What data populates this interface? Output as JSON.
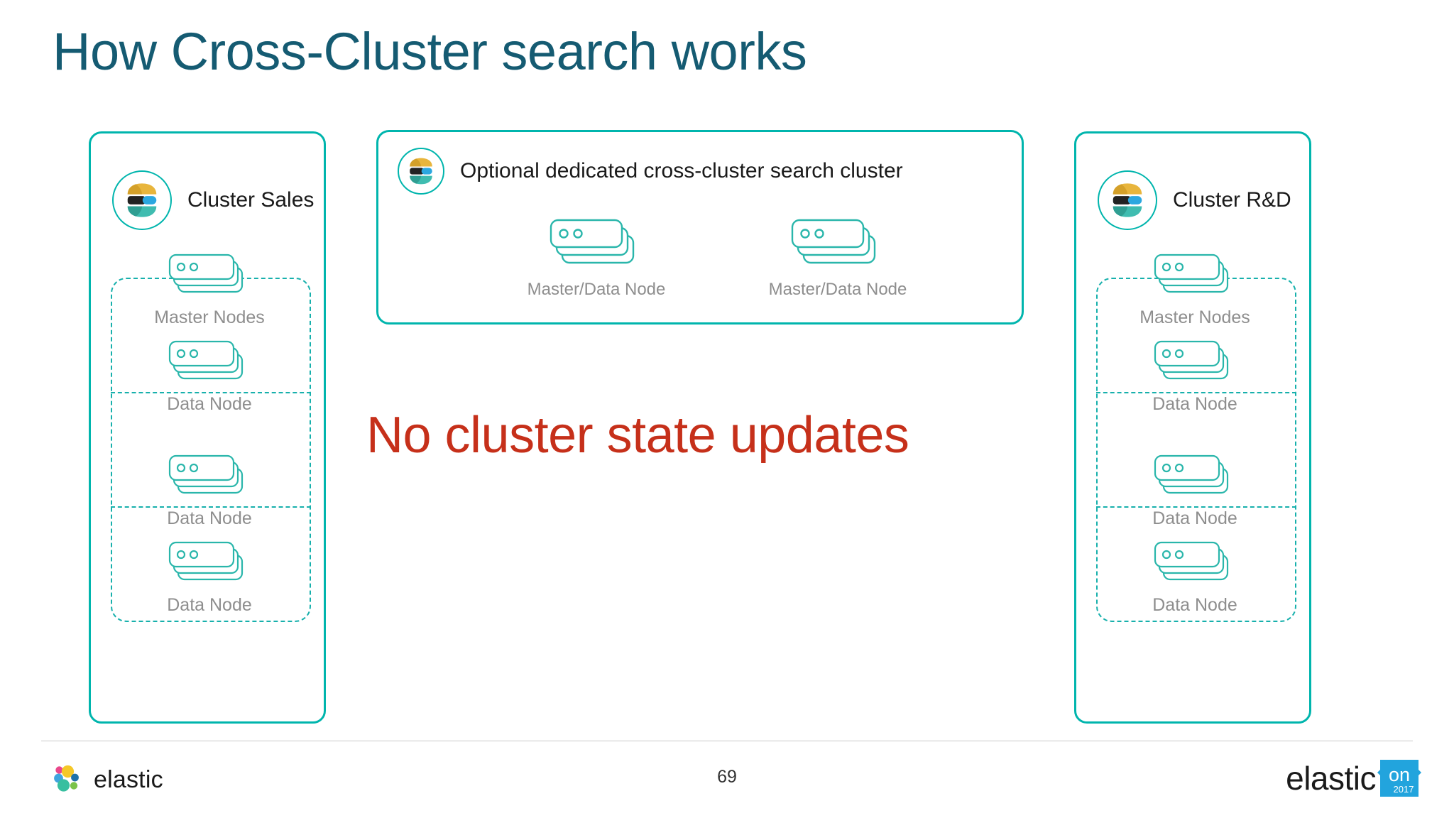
{
  "slide": {
    "title": "How Cross-Cluster search works",
    "page_number": "69",
    "title_color": "#155b72",
    "accent_teal": "#00b5ad",
    "callout_red": "#c6301a",
    "label_gray": "#8e8e8e"
  },
  "callout": {
    "text": "No cluster state updates"
  },
  "left_cluster": {
    "name": "Cluster Sales",
    "logo_icon": "elasticsearch-logo-icon",
    "nodes": [
      {
        "label": "Master Nodes",
        "icon": "node-stack-icon"
      },
      {
        "label": "Data Node",
        "icon": "node-stack-icon"
      },
      {
        "label": "Data Node",
        "icon": "node-stack-icon"
      },
      {
        "label": "Data Node",
        "icon": "node-stack-icon"
      }
    ]
  },
  "right_cluster": {
    "name": "Cluster R&D",
    "logo_icon": "elasticsearch-logo-icon",
    "nodes": [
      {
        "label": "Master Nodes",
        "icon": "node-stack-icon"
      },
      {
        "label": "Data Node",
        "icon": "node-stack-icon"
      },
      {
        "label": "Data Node",
        "icon": "node-stack-icon"
      },
      {
        "label": "Data Node",
        "icon": "node-stack-icon"
      }
    ]
  },
  "middle_cluster": {
    "title": "Optional dedicated cross-cluster search cluster",
    "logo_icon": "elasticsearch-logo-icon",
    "nodes": [
      {
        "label": "Master/Data Node",
        "icon": "node-stack-icon"
      },
      {
        "label": "Master/Data Node",
        "icon": "node-stack-icon"
      }
    ]
  },
  "footer": {
    "brand": "elastic",
    "event_brand": "elastic",
    "event_badge_top": "on",
    "event_badge_year": "2017",
    "badge_color": "#22a4dd",
    "logo_icon": "elastic-cluster-logo-icon"
  }
}
